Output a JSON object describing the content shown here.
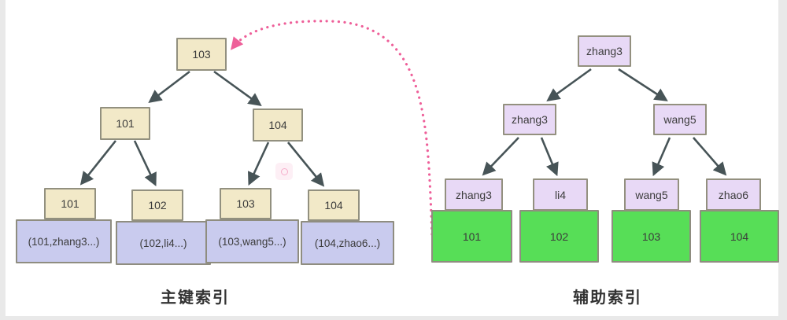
{
  "left_tree": {
    "label": "主键索引",
    "root": "103",
    "level2": [
      "101",
      "104"
    ],
    "leaves": [
      {
        "key": "101",
        "data": "(101,zhang3...)"
      },
      {
        "key": "102",
        "data": "(102,li4...)"
      },
      {
        "key": "103",
        "data": "(103,wang5...)"
      },
      {
        "key": "104",
        "data": "(104,zhao6...)"
      }
    ]
  },
  "right_tree": {
    "label": "辅助索引",
    "root": "zhang3",
    "level2": [
      "zhang3",
      "wang5"
    ],
    "leaves": [
      {
        "key": "zhang3",
        "data": "101"
      },
      {
        "key": "li4",
        "data": "102"
      },
      {
        "key": "wang5",
        "data": "103"
      },
      {
        "key": "zhao6",
        "data": "104"
      }
    ]
  },
  "colors": {
    "primary_key_node": "#f2e9c8",
    "primary_data_box": "#c9cbee",
    "secondary_key_node": "#e8d9f6",
    "secondary_value_box": "#57de57",
    "tree_arrow": "#475457",
    "back_reference_arrow": "#ee5f99"
  }
}
